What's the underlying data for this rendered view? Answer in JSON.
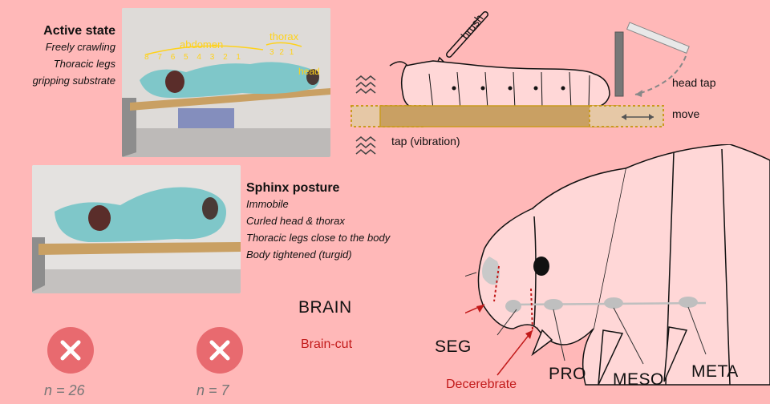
{
  "active": {
    "title": "Active state",
    "lines": [
      "Freely crawling",
      "Thoracic legs",
      "gripping substrate"
    ],
    "labels": {
      "abdomen": "abdomen",
      "thorax": "thorax",
      "head": "head",
      "abdomen_segments": [
        "8",
        "7",
        "6",
        "5",
        "4",
        "3",
        "2",
        "1"
      ],
      "thorax_segments": [
        "3",
        "2",
        "1"
      ]
    }
  },
  "sphinx": {
    "title": "Sphinx posture",
    "lines": [
      "Immobile",
      "Curled head & thorax",
      "Thoracic legs close to the body",
      "Body tightened (turgid)"
    ]
  },
  "stimuli": {
    "brush": "brush",
    "head_tap": "head tap",
    "move": "move",
    "tap": "tap (vibration)"
  },
  "anatomy": {
    "brain": "BRAIN",
    "brain_cut": "Brain-cut",
    "seg": "SEG",
    "decerebrate": "Decerebrate",
    "pro": "PRO",
    "meso": "MESO",
    "meta": "META"
  },
  "results": {
    "left_n": "n = 26",
    "right_n": "n = 7"
  },
  "colors": {
    "background": "#ffb8b8",
    "cross": "#e86a6f",
    "accent_red": "#c21a1a",
    "yellow_label": "#ffd21a",
    "stick": "#c9a063",
    "stick_outline": "#c99a1f",
    "ganglion": "#bfbfbf"
  }
}
